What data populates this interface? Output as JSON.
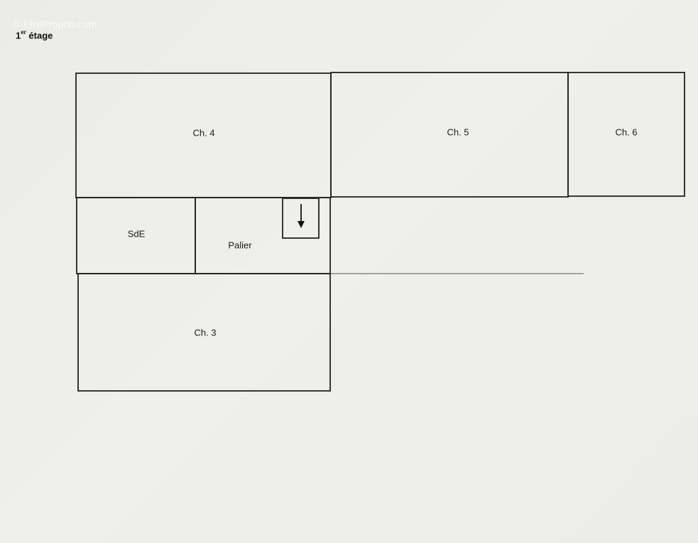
{
  "watermark": "© EtreProprio.com",
  "floor": {
    "title_main": "1",
    "title_sup": "er",
    "title_rest": " étage"
  },
  "rooms": {
    "ch4": "Ch. 4",
    "ch5": "Ch. 5",
    "ch6": "Ch. 6",
    "sde": "SdE",
    "palier": "Palier",
    "ch3": "Ch. 3"
  },
  "stair_icon": "arrow-down-icon",
  "colors": {
    "line": "#222222",
    "background": "#ececea"
  }
}
